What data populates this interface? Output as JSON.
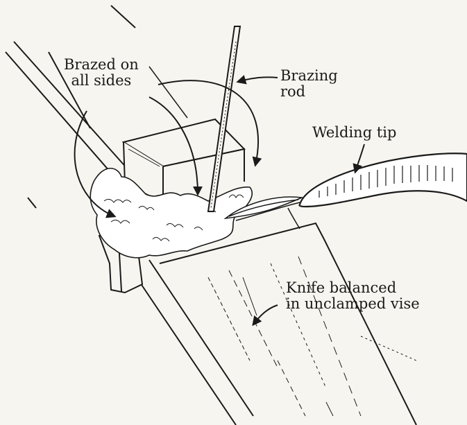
{
  "labels": {
    "brazed": [
      "Brazed on",
      "all sides"
    ],
    "rod": [
      "Brazing",
      "rod"
    ],
    "tip": "Welding tip",
    "knife": [
      "Knife balanced",
      "in unclamped vise"
    ]
  },
  "colors": {
    "ink": "#1a1a1a",
    "paper": "#f7f5ef"
  }
}
